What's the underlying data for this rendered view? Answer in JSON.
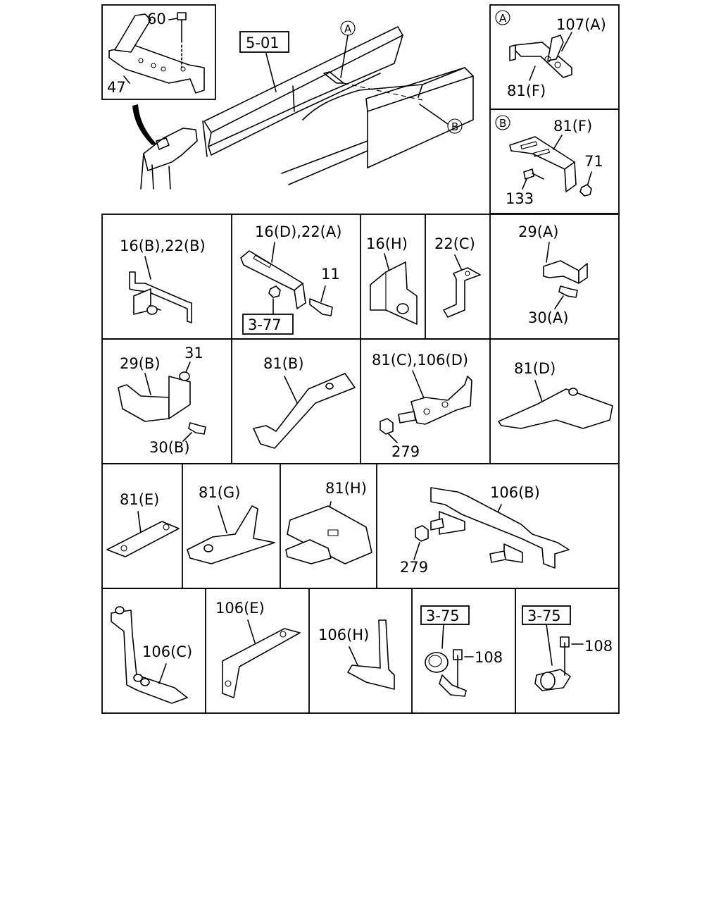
{
  "refs": {
    "frame": "5-01",
    "nut_ref": "3-77",
    "clamp_ref_1": "3-75",
    "clamp_ref_2": "3-75"
  },
  "callouts": {
    "a": "A",
    "b": "B"
  },
  "labels": {
    "p60": "60",
    "p47": "47",
    "p107a": "107(A)",
    "p81f_a": "81(F)",
    "p81f_b": "81(F)",
    "p71": "71",
    "p133": "133",
    "p16b22b": "16(B),22(B)",
    "p16d22a": "16(D),22(A)",
    "p11": "11",
    "p16h": "16(H)",
    "p22c": "22(C)",
    "p29a": "29(A)",
    "p30a": "30(A)",
    "p29b": "29(B)",
    "p31": "31",
    "p30b": "30(B)",
    "p81b": "81(B)",
    "p81c106d": "81(C),106(D)",
    "p279a": "279",
    "p81d": "81(D)",
    "p81e": "81(E)",
    "p81g": "81(G)",
    "p81h": "81(H)",
    "p106b": "106(B)",
    "p279b": "279",
    "p106c": "106(C)",
    "p106e": "106(E)",
    "p106h": "106(H)",
    "p108a": "108",
    "p108b": "108"
  }
}
